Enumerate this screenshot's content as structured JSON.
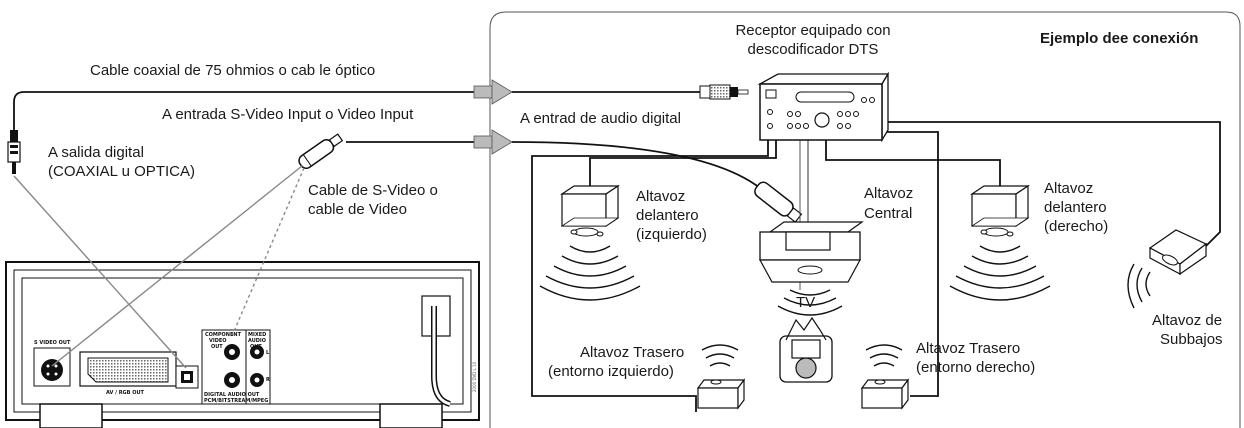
{
  "title": "Ejemplo dee conexión",
  "receiver": {
    "line1": "Receptor equipado con",
    "line2": "descodificador DTS"
  },
  "cables": {
    "coax_optical": "Cable coaxial de 75 ohmios o cab le óptico",
    "svideo_input": "A entrada S-Video Input o Video Input",
    "audio_digital": "A entrad de audio digital",
    "svideo_cable_1": "Cable de S-Video o",
    "svideo_cable_2": "cable de Video"
  },
  "digital_out": {
    "line1": "A salida  digital",
    "line2": "(COAXIAL u OPTICA)"
  },
  "speakers": {
    "front_left": [
      "Altavoz",
      "delantero",
      "(izquierdo)"
    ],
    "center": [
      "Altavoz",
      "Central"
    ],
    "front_right": [
      "Altavoz",
      "delantero",
      "(derecho)"
    ],
    "subwoofer": [
      "Altavoz de",
      "Subbajos"
    ],
    "rear_left": [
      "Altavoz Trasero",
      "(entorno izquierdo)"
    ],
    "rear_right": [
      "Altavoz Trasero",
      "(entorno derecho)"
    ]
  },
  "tv": "TV",
  "panel": {
    "svideo_out": "S VIDEO OUT",
    "av_rgb": "AV / RGB OUT",
    "component_1": "COMPONENT",
    "component_2": "VIDEO",
    "component_3": "OUT",
    "audio_1": "MIXED",
    "audio_2": "AUDIO",
    "audio_3": "OUT",
    "ch_l": "L",
    "ch_r": "R",
    "digital_audio_out": "DIGITAL AUDIO OUT",
    "digital_audio_sub": "PCM/BITSTREAM/MPEG",
    "code": "2000 DVD L 10"
  }
}
